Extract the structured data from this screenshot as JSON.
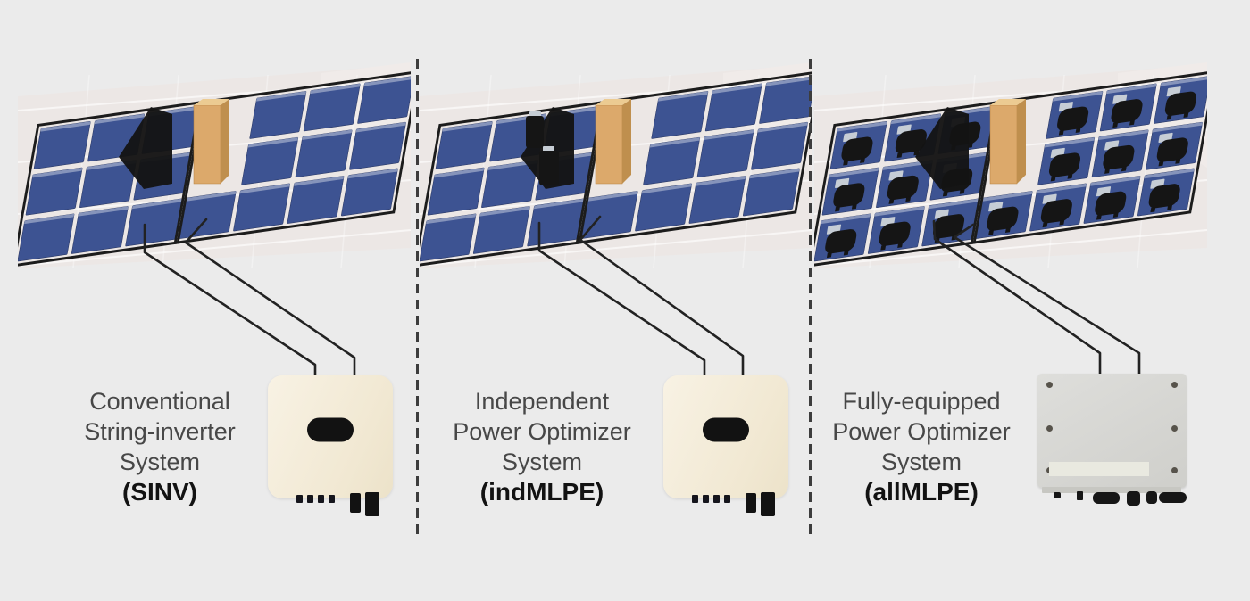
{
  "background_color": "#ebebeb",
  "sections": [
    {
      "id": "sinv",
      "label_lines": [
        "Conventional",
        "String-inverter",
        "System"
      ],
      "code": "(SINV)",
      "optimizer_mode": "none",
      "inverter_type": "string-inverter"
    },
    {
      "id": "indmlpe",
      "label_lines": [
        "Independent",
        "Power Optimizer",
        "System"
      ],
      "code": "(indMLPE)",
      "optimizer_mode": "shaded-only",
      "inverter_type": "string-inverter"
    },
    {
      "id": "allmlpe",
      "label_lines": [
        "Fully-equipped",
        "Power Optimizer",
        "System"
      ],
      "code": "(allMLPE)",
      "optimizer_mode": "all",
      "inverter_type": "optimizer-inverter"
    }
  ],
  "roof_config": {
    "rows": 3,
    "cols": 7,
    "chimney_col": 3
  },
  "colors": {
    "panel_blue": "#3d5392",
    "panel_frame": "#93a0c2",
    "roof": "#ece7e5",
    "wall": "#f0ebe9",
    "chimney_front": "#dca96b",
    "chimney_top": "#eccb92",
    "chimney_side": "#bf8f4e",
    "shadow": "#141414",
    "wire": "#222222",
    "optimizer_black": "#151515",
    "optimizer_label": "#c6cdd5",
    "inverter_cream": "#f4edda",
    "inverter_gray": "#d4d4d1",
    "text": "#474747",
    "code_text": "#121212"
  }
}
